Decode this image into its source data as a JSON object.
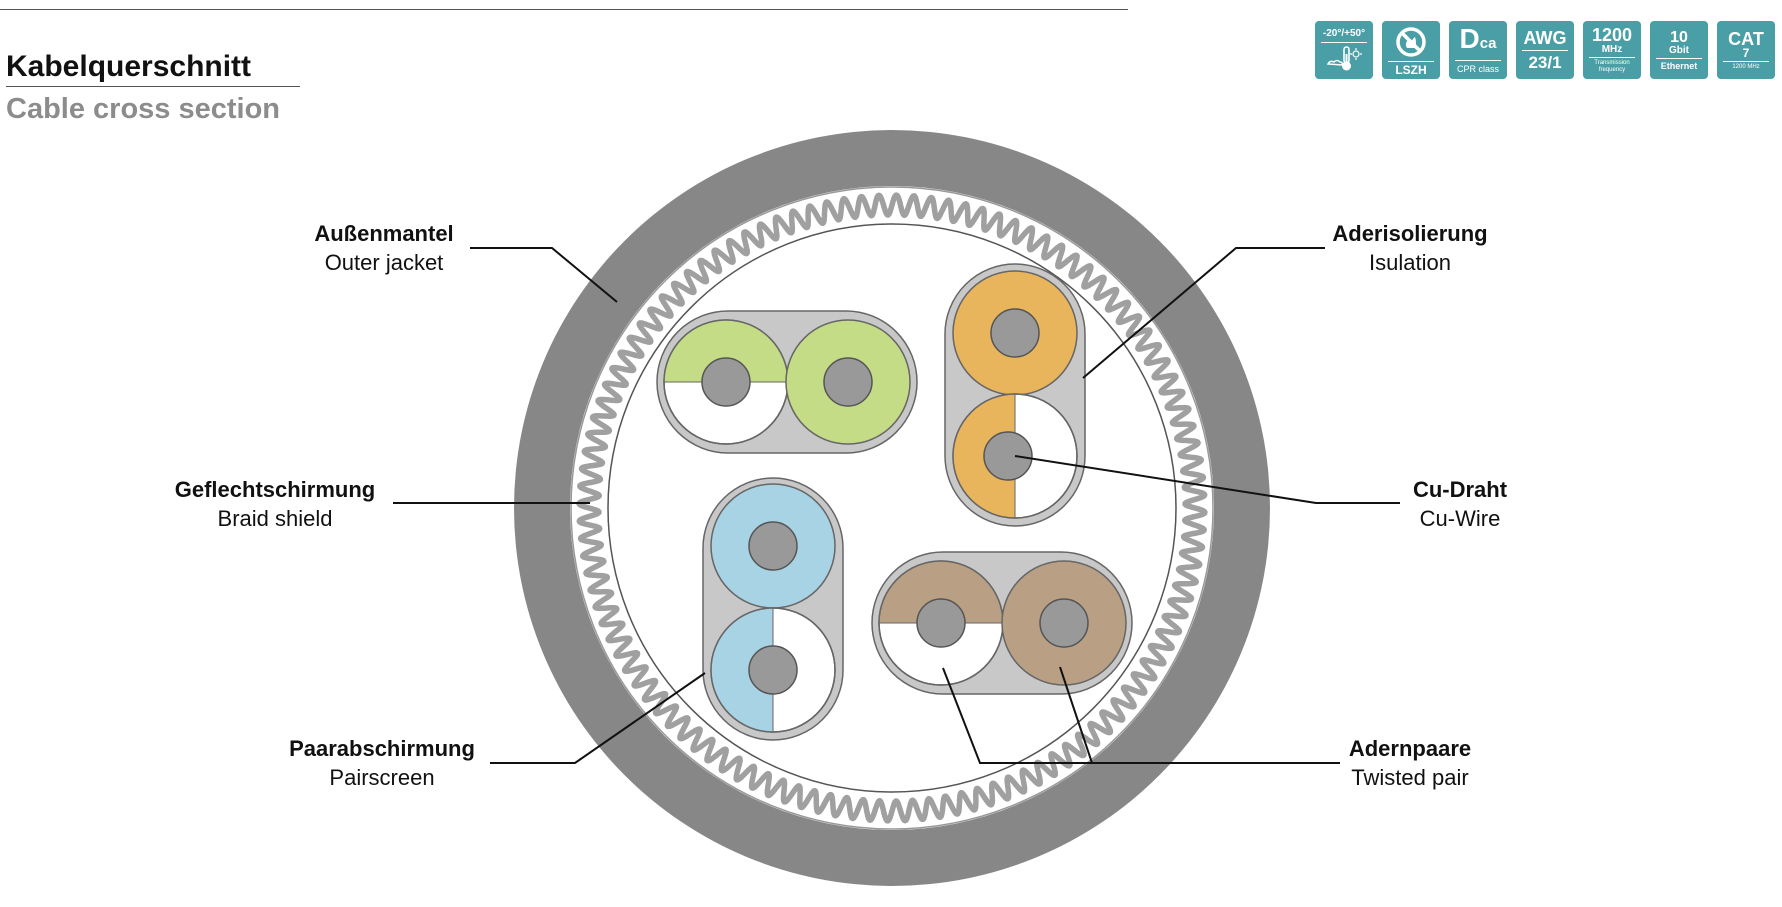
{
  "heading": {
    "title_de": "Kabelquerschnitt",
    "title_en": "Cable cross section"
  },
  "badges": [
    {
      "id": "temp",
      "top": "-20°/+50°",
      "icon": "thermometer-icon"
    },
    {
      "id": "lszh",
      "bottom": "LSZH",
      "icon": "no-flame-icon"
    },
    {
      "id": "cpr",
      "main": "D",
      "sub": "ca",
      "bottom": "CPR class"
    },
    {
      "id": "awg",
      "top": "AWG",
      "bottom": "23/1"
    },
    {
      "id": "freq",
      "top": "1200",
      "mid": "MHz",
      "bottom": "Transmission frequency"
    },
    {
      "id": "eth",
      "top": "10",
      "mid": "Gbit",
      "bottom": "Ethernet"
    },
    {
      "id": "cat",
      "top": "CAT",
      "mid": "7",
      "bottom": "1200 MHz"
    }
  ],
  "labels": {
    "outer_jacket": {
      "de": "Außenmantel",
      "en": "Outer jacket"
    },
    "insulation": {
      "de": "Aderisolierung",
      "en": "Isulation"
    },
    "braid_shield": {
      "de": "Geflechtschirmung",
      "en": "Braid shield"
    },
    "cu_wire": {
      "de": "Cu-Draht",
      "en": "Cu-Wire"
    },
    "pairscreen": {
      "de": "Paarabschirmung",
      "en": "Pairscreen"
    },
    "twisted_pair": {
      "de": "Adernpaare",
      "en": "Twisted pair"
    }
  },
  "colors": {
    "jacket": "#878787",
    "braid": "#a0a0a0",
    "pair_screen": "#c8c8c8",
    "conductor": "#999999",
    "pair_green": "#c5dc86",
    "pair_orange": "#e8b55c",
    "pair_blue": "#a7d3e4",
    "pair_brown": "#b9a085",
    "badge": "#4a9fa6"
  }
}
